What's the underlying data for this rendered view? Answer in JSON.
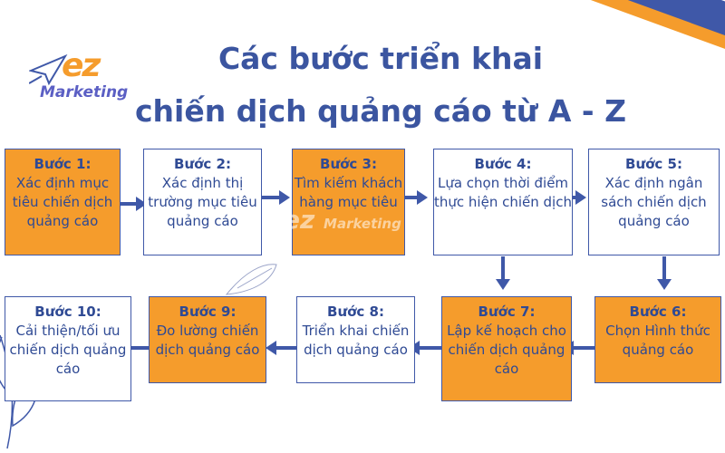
{
  "logo": {
    "brand": "ez",
    "sub": "Marketing"
  },
  "title": {
    "line1": "Các bước triển khai",
    "line2": "chiến dịch quảng cáo từ A - Z"
  },
  "watermark": {
    "brand": "ez",
    "sub": "Marketing"
  },
  "steps": [
    {
      "step": "Bước 1:",
      "text": "Xác định mục tiêu chiến dịch quảng cáo"
    },
    {
      "step": "Bước 2:",
      "text": "Xác định thị trường mục tiêu quảng cáo"
    },
    {
      "step": "Bước 3:",
      "text": "Tìm kiếm khách hàng mục tiêu"
    },
    {
      "step": "Bước 4:",
      "text": "Lựa chọn thời điểm thực hiện chiến dịch"
    },
    {
      "step": "Bước 5:",
      "text": "Xác định ngân sách chiến dịch quảng cáo"
    },
    {
      "step": "Bước 6:",
      "text": "Chọn Hình thức quảng cáo"
    },
    {
      "step": "Bước 7:",
      "text": "Lập kế hoạch cho chiến dịch quảng cáo"
    },
    {
      "step": "Bước 8:",
      "text": "Triển khai chiến dịch quảng cáo"
    },
    {
      "step": "Bước 9:",
      "text": "Đo lường chiến dịch quảng cáo"
    },
    {
      "step": "Bước 10:",
      "text": "Cải thiện/tối ưu chiến dịch quảng cáo"
    }
  ],
  "colors": {
    "blue": "#3f58a8",
    "orange": "#f59c2c",
    "text": "#2f4a94"
  }
}
